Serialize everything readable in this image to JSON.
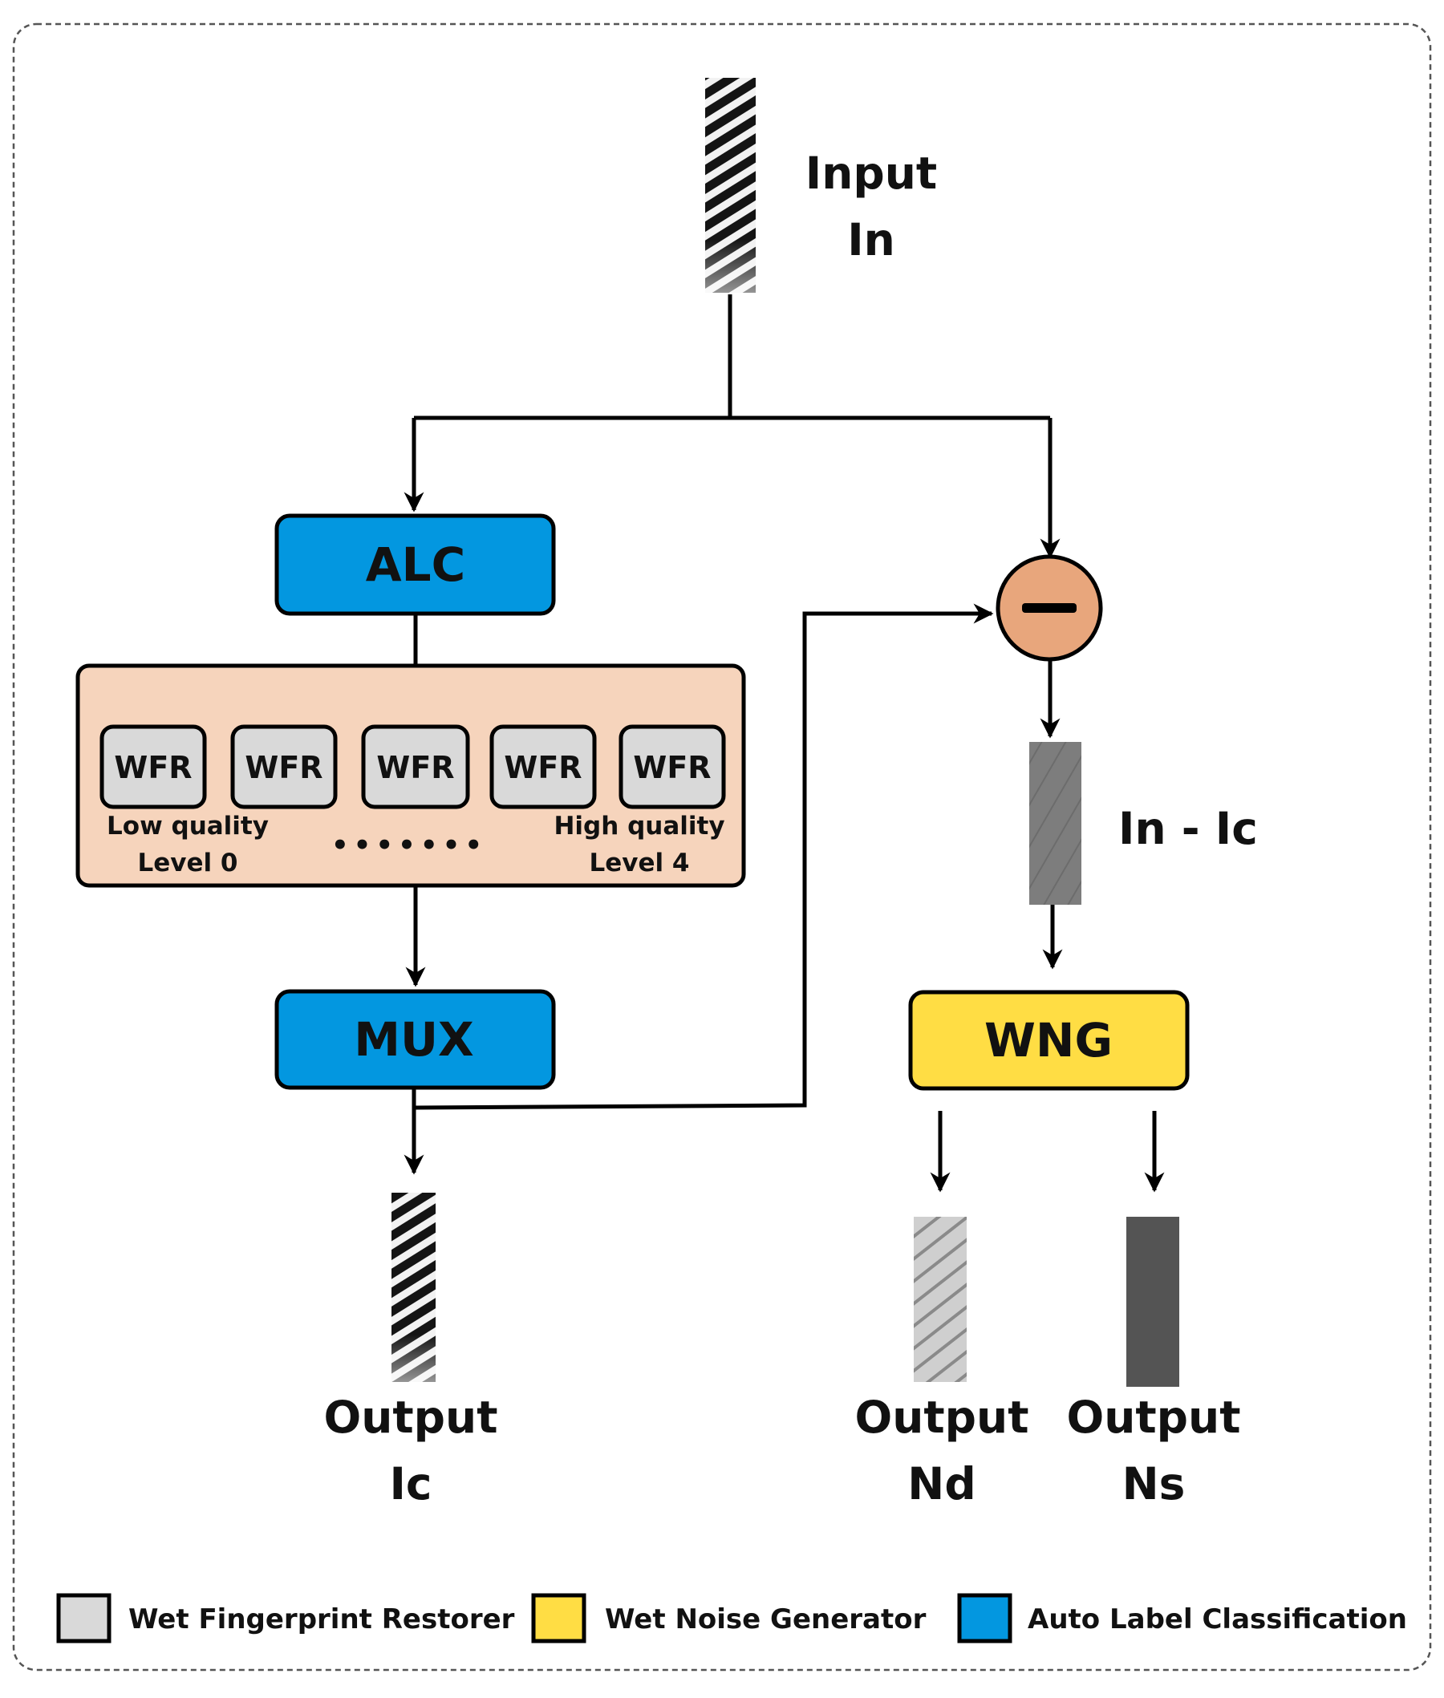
{
  "input": {
    "label_line1": "Input",
    "label_line2": "In"
  },
  "blocks": {
    "alc": "ALC",
    "mux": "MUX",
    "wng": "WNG"
  },
  "wfr_group": {
    "units": [
      "WFR",
      "WFR",
      "WFR",
      "WFR",
      "WFR"
    ],
    "low_label": "Low  quality",
    "low_level": "Level  0",
    "high_label": "High  quality",
    "high_level": "Level  4",
    "ellipsis": "•••••••"
  },
  "difference": {
    "label": "In  -  Ic"
  },
  "outputs": {
    "ic": {
      "line1": "Output",
      "line2": "Ic"
    },
    "nd": {
      "line1": "Output",
      "line2": "Nd"
    },
    "ns": {
      "line1": "Output",
      "line2": "Ns"
    }
  },
  "legend": [
    {
      "label": "Wet  Fingerprint  Restorer",
      "color": "#d9d9d9"
    },
    {
      "label": "Wet  Noise  Generator",
      "color": "#ffdd44"
    },
    {
      "label": "Auto  Label  Classification",
      "color": "#0397e0"
    }
  ],
  "colors": {
    "alc_mux": "#0397e0",
    "wng": "#ffdd44",
    "wfr": "#d9d9d9",
    "wfr_group_bg": "#f6d4bc",
    "subtractor": "#e8a67c"
  }
}
